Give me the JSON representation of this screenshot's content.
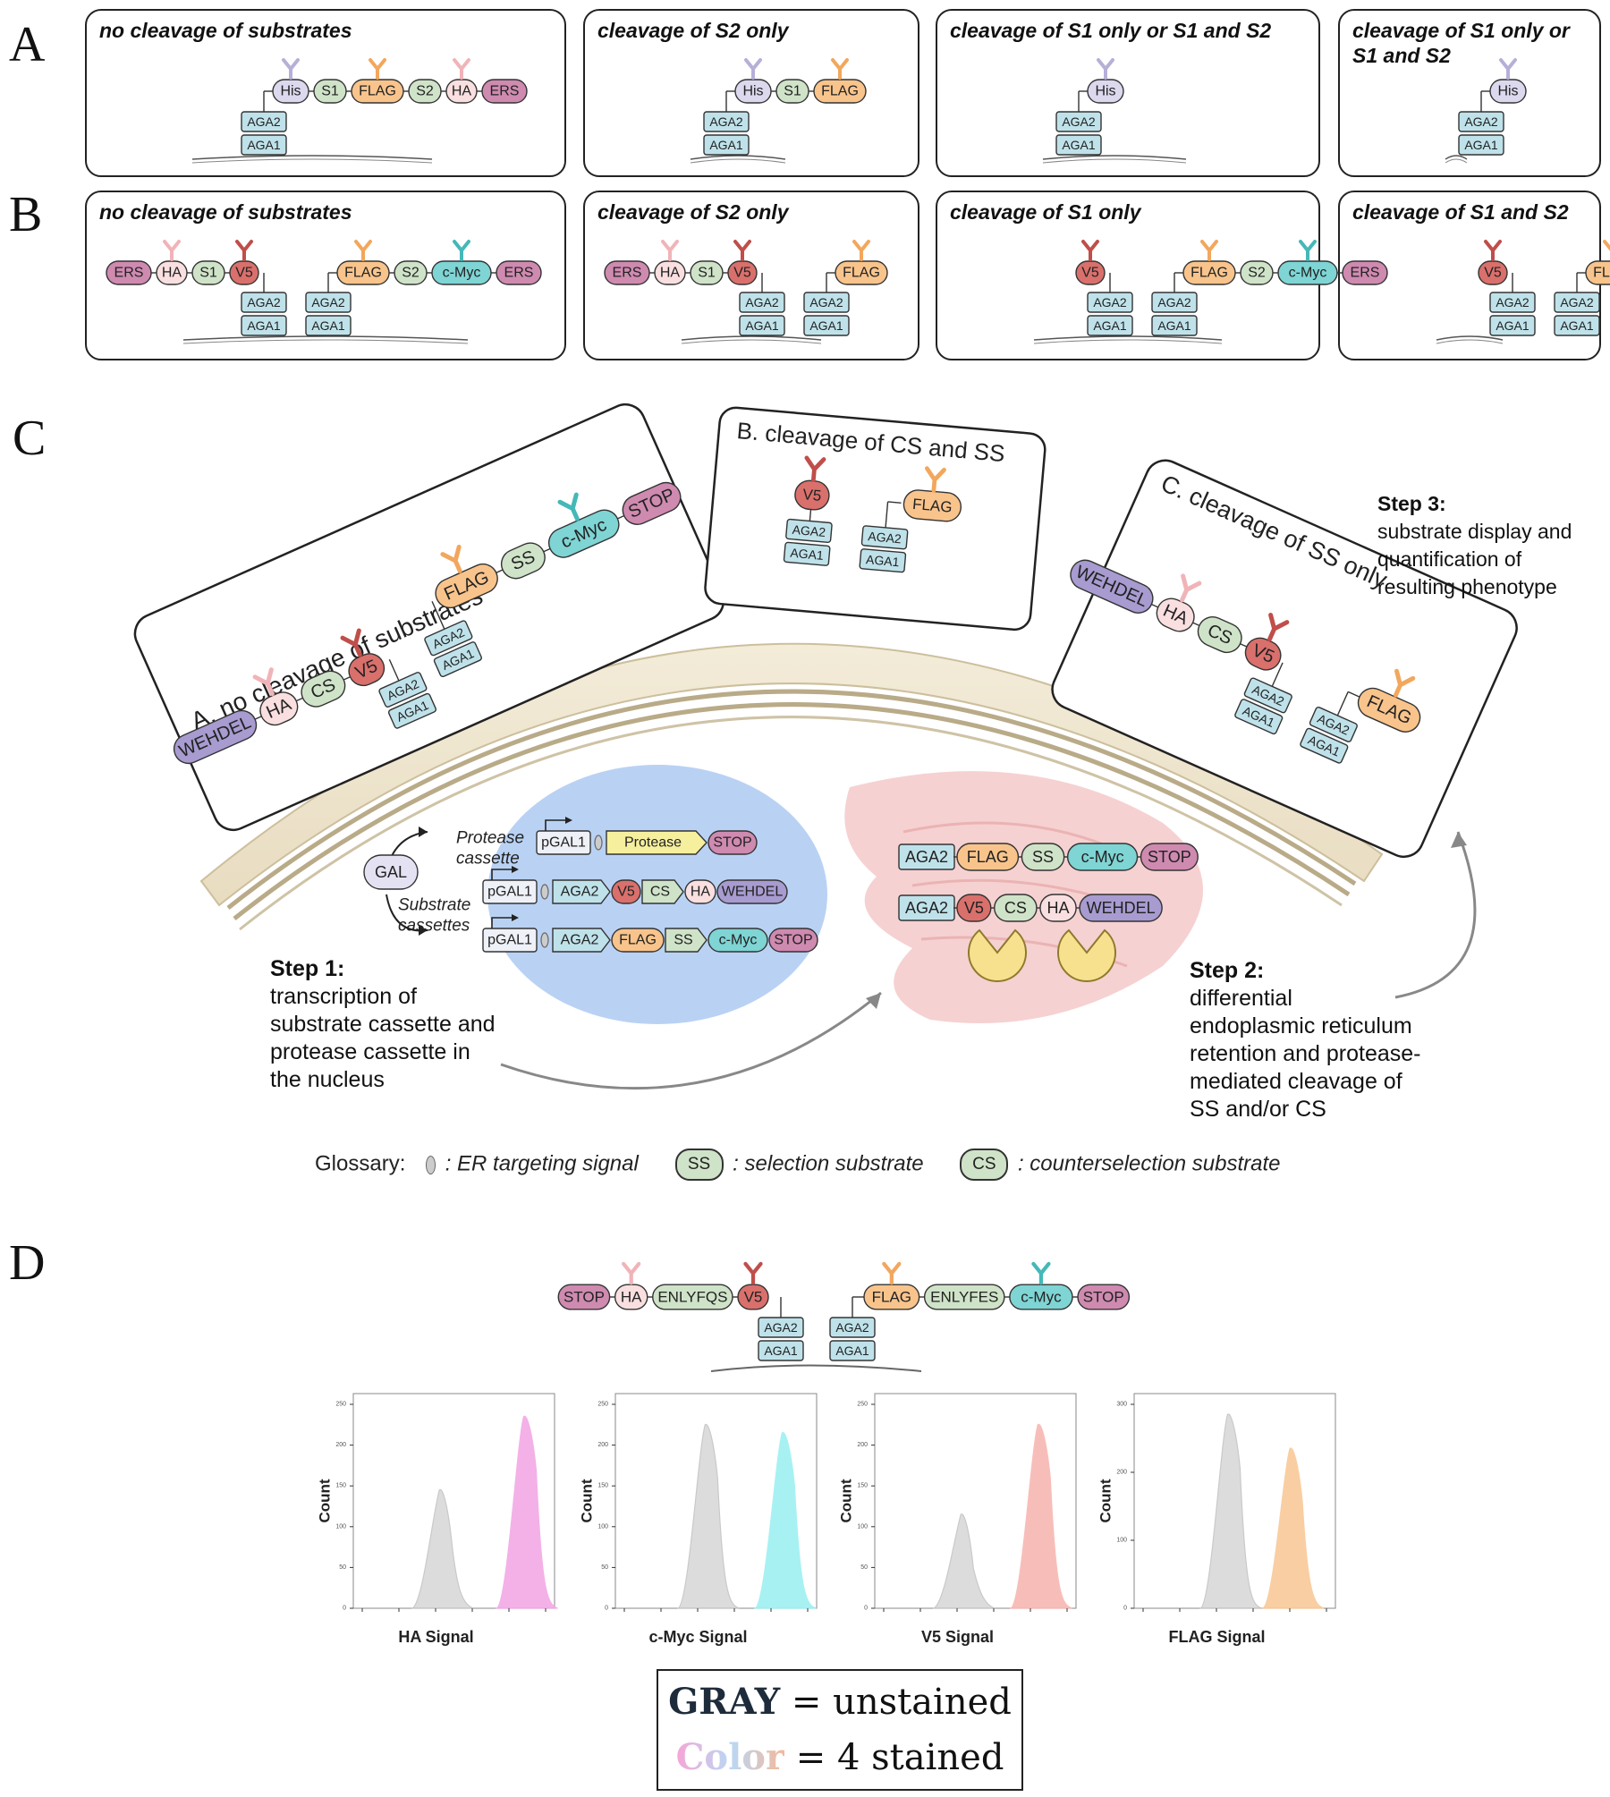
{
  "panels": {
    "A": {
      "letter": "A",
      "boxes": [
        {
          "title": "no cleavage of substrates"
        },
        {
          "title": "cleavage of S2 only"
        },
        {
          "title": "cleavage of S1 only or S1 and S2"
        },
        {
          "title": "cleavage of S1 only or S1 and S2"
        }
      ]
    },
    "B": {
      "letter": "B",
      "boxes": [
        {
          "title": "no cleavage of substrates"
        },
        {
          "title": "cleavage of S2 only"
        },
        {
          "title": "cleavage of S1 only"
        },
        {
          "title": "cleavage of S1 and S2"
        }
      ]
    },
    "C": {
      "letter": "C",
      "box_a_title": "A. no cleavage of substrates",
      "box_b_title": "B. cleavage of CS and SS",
      "box_c_title": "C. cleavage of SS only",
      "step1_title": "Step 1:",
      "step1_lines": [
        "transcription of",
        "substrate cassette and",
        "protease cassette in",
        "the nucleus"
      ],
      "step2_title": "Step 2:",
      "step2_lines": [
        "differential",
        "endoplasmic reticulum",
        "retention and protease-",
        "mediated cleavage of",
        "SS and/or CS"
      ],
      "step3_title": "Step 3:",
      "step3_lines": [
        "substrate display and",
        "quantification of",
        "resulting phenotype"
      ],
      "gal": "GAL",
      "protease_cassette": [
        "Protease",
        "cassette"
      ],
      "substrate_cassettes": [
        "Substrate",
        "cassettes"
      ],
      "glossary_label": "Glossary:",
      "glossary_er": ": ER targeting signal",
      "glossary_ss": ": selection substrate",
      "glossary_cs": ": counterselection substrate"
    },
    "D": {
      "letter": "D"
    }
  },
  "tags": {
    "his": "His",
    "s1": "S1",
    "s2": "S2",
    "flag": "FLAG",
    "ha": "HA",
    "ers": "ERS",
    "v5": "V5",
    "cmyc": "c-Myc",
    "aga1": "AGA1",
    "aga2": "AGA2",
    "ss": "SS",
    "cs": "CS",
    "stop": "STOP",
    "wehdel": "WEHDEL",
    "pgal1": "pGAL1",
    "protease": "Protease",
    "enlyfqs": "ENLYFQS",
    "enlyfes": "ENLYFES"
  },
  "colors": {
    "his": "#dcd9ee",
    "s": "#cfe3c8",
    "flag": "#f8c48c",
    "ha": "#f9dfe0",
    "ers": "#cf8ab0",
    "v5": "#d9706c",
    "cmyc": "#7fd4d4",
    "aga": "#bfe2ea",
    "stop": "#cf8ab0",
    "wehdel": "#a79bd0",
    "nucleus": "#b9d2f4",
    "er": "#f4c9c9",
    "hist_ha": "#f2a9e6",
    "hist_cmyc": "#9ef0f2",
    "hist_v5": "#f7b7b2",
    "hist_flag": "#f9c998",
    "hist_gray": "#d9d9d9"
  },
  "chart_data": [
    {
      "type": "area",
      "xlabel": "HA Signal",
      "ylabel": "Count",
      "ylim": [
        0,
        250
      ],
      "yticks": [
        "0",
        "50",
        "100",
        "150",
        "200",
        "250"
      ],
      "series": [
        {
          "color": "#d9d9d9",
          "peak_x_log10": 2.2,
          "peak_y": 145
        },
        {
          "color": "#f2a9e6",
          "peak_x_log10": 4.5,
          "peak_y": 235
        }
      ]
    },
    {
      "type": "area",
      "xlabel": "c-Myc Signal",
      "ylabel": "Count",
      "ylim": [
        0,
        250
      ],
      "yticks": [
        "0",
        "50",
        "100",
        "150",
        "200",
        "250"
      ],
      "series": [
        {
          "color": "#d9d9d9",
          "peak_x_log10": 2.3,
          "peak_y": 225
        },
        {
          "color": "#9ef0f2",
          "peak_x_log10": 4.4,
          "peak_y": 215
        }
      ]
    },
    {
      "type": "area",
      "xlabel": "V5 Signal",
      "ylabel": "Count",
      "ylim": [
        0,
        250
      ],
      "yticks": [
        "0",
        "50",
        "100",
        "150",
        "200",
        "250"
      ],
      "series": [
        {
          "color": "#d9d9d9",
          "peak_x_log10": 2.2,
          "peak_y": 115
        },
        {
          "color": "#f7b7b2",
          "peak_x_log10": 4.3,
          "peak_y": 225
        }
      ]
    },
    {
      "type": "area",
      "xlabel": "FLAG Signal",
      "ylabel": "Count",
      "ylim": [
        0,
        300
      ],
      "yticks": [
        "0",
        "100",
        "200",
        "300"
      ],
      "series": [
        {
          "color": "#d9d9d9",
          "peak_x_log10": 2.4,
          "peak_y": 285
        },
        {
          "color": "#f9c998",
          "peak_x_log10": 4.1,
          "peak_y": 235
        }
      ]
    }
  ],
  "legend": {
    "gray_word": "GRAY",
    "gray_rest": " = unstained",
    "color_word": "Color",
    "color_rest": " = 4 stained"
  }
}
